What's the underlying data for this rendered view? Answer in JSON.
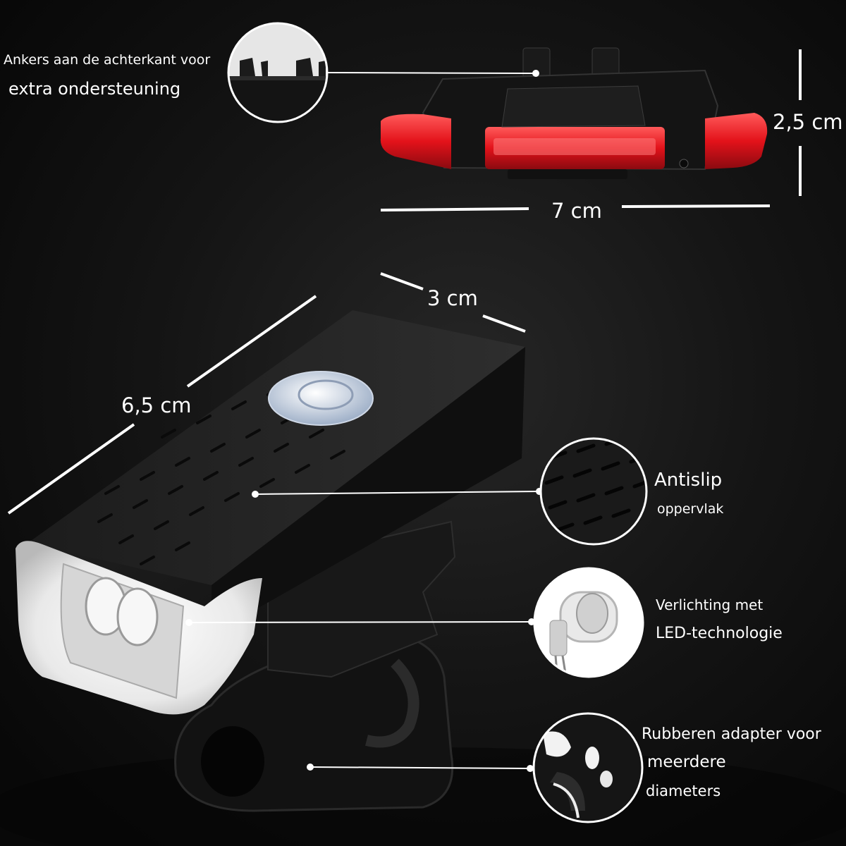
{
  "labels": {
    "anchors_line1": "Ankers aan de achterkant voor",
    "anchors_line2": "extra ondersteuning",
    "height": "2,5 cm",
    "width": "7 cm",
    "depth": "3 cm",
    "length": "6,5 cm",
    "antislip_line1": "Antislip",
    "antislip_line2": "oppervlak",
    "led_line1": "Verlichting met",
    "led_line2": "LED-technologie",
    "rubber_line1": "Rubberen adapter voor",
    "rubber_line2": "meerdere",
    "rubber_line3": "diameters"
  },
  "icons": {
    "anchors_zoom": "anchor-clips-icon",
    "texture_zoom": "antislip-texture-icon",
    "led_zoom": "led-bulb-icon",
    "rubber_zoom": "rubber-strap-icon"
  },
  "colors": {
    "background": "#141414",
    "red_light": "#e3121a",
    "callout_line": "#ffffff",
    "lens": "#f2f2f2"
  }
}
